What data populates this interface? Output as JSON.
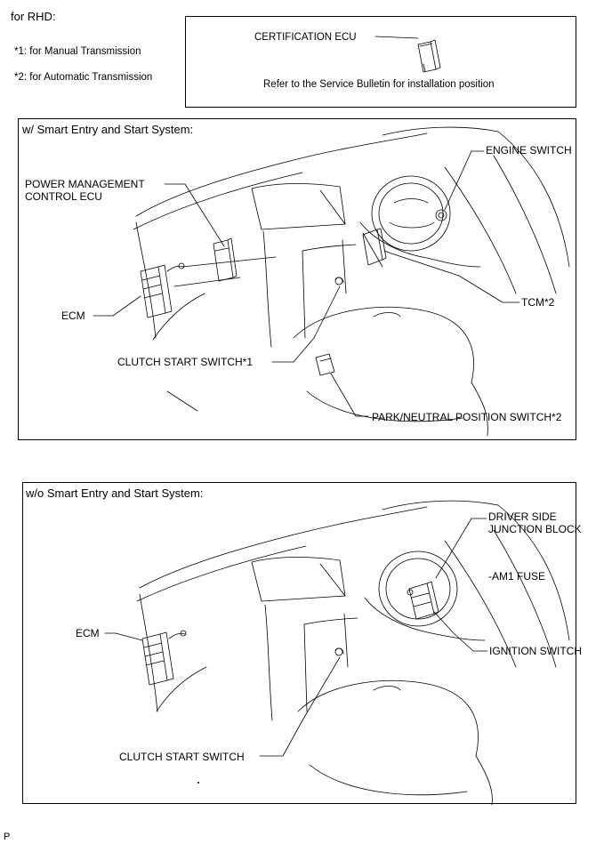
{
  "header": {
    "region": "for RHD:",
    "note1": "*1: for Manual Transmission",
    "note2": "*2: for Automatic Transmission"
  },
  "cert_box": {
    "label": "CERTIFICATION ECU",
    "note": "Refer to the Service Bulletin for installation position"
  },
  "panel1": {
    "title": "w/ Smart Entry and Start System:",
    "labels": {
      "engine_switch": "ENGINE SWITCH",
      "pm_ecu_line1": "POWER MANAGEMENT",
      "pm_ecu_line2": "CONTROL ECU",
      "ecm": "ECM",
      "tcm": "TCM*2",
      "clutch": "CLUTCH START SWITCH*1",
      "pnp": "PARK/NEUTRAL POSITION SWITCH*2"
    }
  },
  "panel2": {
    "title": "w/o Smart Entry and Start System:",
    "labels": {
      "djb_line1": "DRIVER SIDE",
      "djb_line2": "JUNCTION BLOCK",
      "am1": "-AM1 FUSE",
      "ecm": "ECM",
      "ignition": "IGNITION SWITCH",
      "clutch": "CLUTCH START SWITCH"
    }
  },
  "footer": {
    "code": "P"
  }
}
